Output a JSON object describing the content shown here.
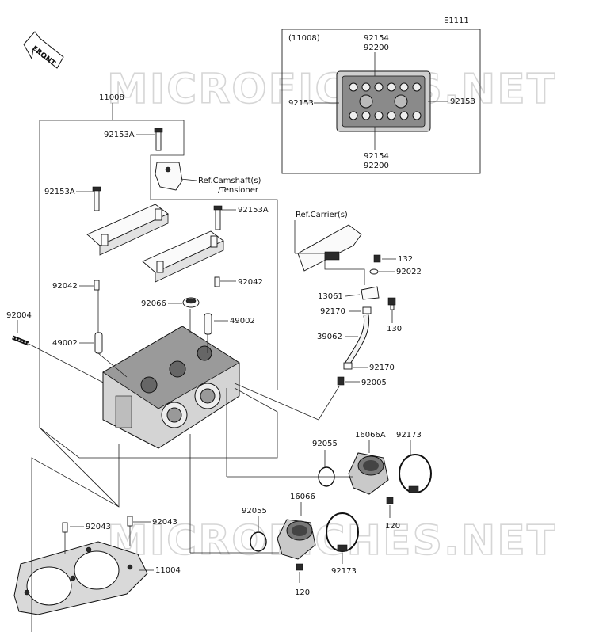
{
  "diagram_code": "E1111",
  "front_arrow_label": "FRONT",
  "watermark": "MICROFICHES.NET",
  "inset": {
    "assembly_ref": "(11008)",
    "top_part_a": "92154",
    "top_part_b": "92200",
    "left_part": "92153",
    "right_part": "92153",
    "bottom_part_a": "92154",
    "bottom_part_b": "92200"
  },
  "refs": {
    "camshaft": "Ref.Camshaft(s)",
    "tensioner": "/Tensioner",
    "carrier": "Ref.Carrier(s)"
  },
  "parts": {
    "p11008": "11008",
    "p92153A_top": "92153A",
    "p92153A_left": "92153A",
    "p92153A_right": "92153A",
    "p92042_left": "92042",
    "p92042_right": "92042",
    "p92066": "92066",
    "p49002_right": "49002",
    "p49002_left": "49002",
    "p92004": "92004",
    "p132": "132",
    "p92022": "92022",
    "p13061": "13061",
    "p130": "130",
    "p92170_top": "92170",
    "p39062": "39062",
    "p92170_bot": "92170",
    "p92005": "92005",
    "p92055_top": "92055",
    "p16066A": "16066A",
    "p92173_top": "92173",
    "p120_top": "120",
    "p92055_bot": "92055",
    "p16066": "16066",
    "p92173_bot": "92173",
    "p120_bot": "120",
    "p92043_left": "92043",
    "p92043_right": "92043",
    "p11004": "11004"
  }
}
